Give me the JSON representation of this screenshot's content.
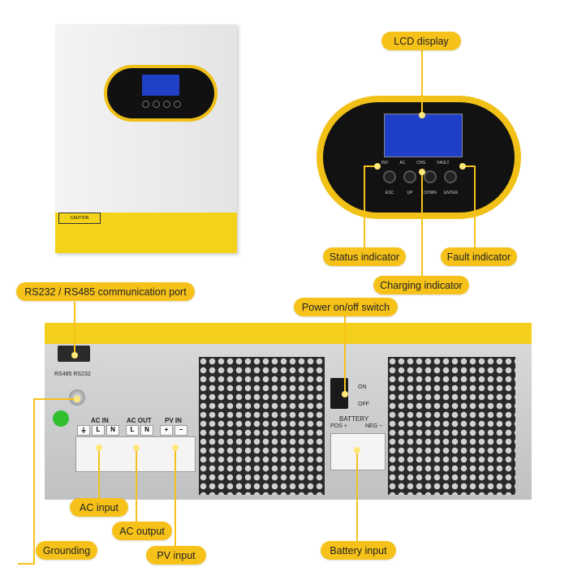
{
  "labels": {
    "lcd_display": "LCD display",
    "status_indicator": "Status indicator",
    "fault_indicator": "Fault indicator",
    "charging_indicator": "Charging indicator",
    "comm_port": "RS232 / RS485 communication port",
    "power_switch": "Power on/off switch",
    "ac_input": "AC input",
    "ac_output": "AC output",
    "grounding": "Grounding",
    "pv_input": "PV input",
    "battery_input": "Battery input"
  },
  "front": {
    "caution": "CAUTION"
  },
  "panel": {
    "indicators": [
      "INV",
      "AC",
      "CHG",
      "FAULT"
    ],
    "buttons": [
      "ESC",
      "UP",
      "DOWN",
      "ENTER"
    ]
  },
  "rear": {
    "port_label": "RS485 RS232",
    "ac_in": "AC IN",
    "ac_out": "AC OUT",
    "pv_in": "PV IN",
    "switch_on": "ON",
    "switch_off": "OFF",
    "battery": "BATTERY",
    "pos": "POS +",
    "neg": "NEG −",
    "ac_in_terms": [
      "⏚",
      "L",
      "N"
    ],
    "ac_out_terms": [
      "L",
      "N"
    ],
    "pv_terms": [
      "+",
      "−"
    ]
  },
  "colors": {
    "accent": "#f6c21a",
    "body": "#c9cbcd",
    "lcd": "#1e3fc8"
  }
}
